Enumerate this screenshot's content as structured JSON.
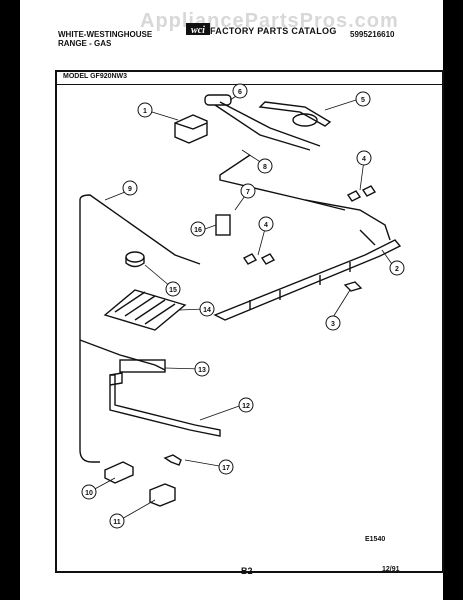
{
  "header": {
    "watermark": "AppliancePartsPros.com",
    "brand_line1": "WHITE-WESTINGHOUSE",
    "brand_line2": "RANGE - GAS",
    "catalog_title": "FACTORY PARTS CATALOG",
    "catalog_number": "5995216610",
    "model": "MODEL GF920NW3"
  },
  "callouts": [
    "1",
    "6",
    "5",
    "8",
    "4",
    "7",
    "9",
    "16",
    "4",
    "2",
    "15",
    "14",
    "3",
    "13",
    "12",
    "17",
    "10",
    "11"
  ],
  "footer": {
    "figure_code": "E1540",
    "page": "B2",
    "date": "12/91"
  }
}
